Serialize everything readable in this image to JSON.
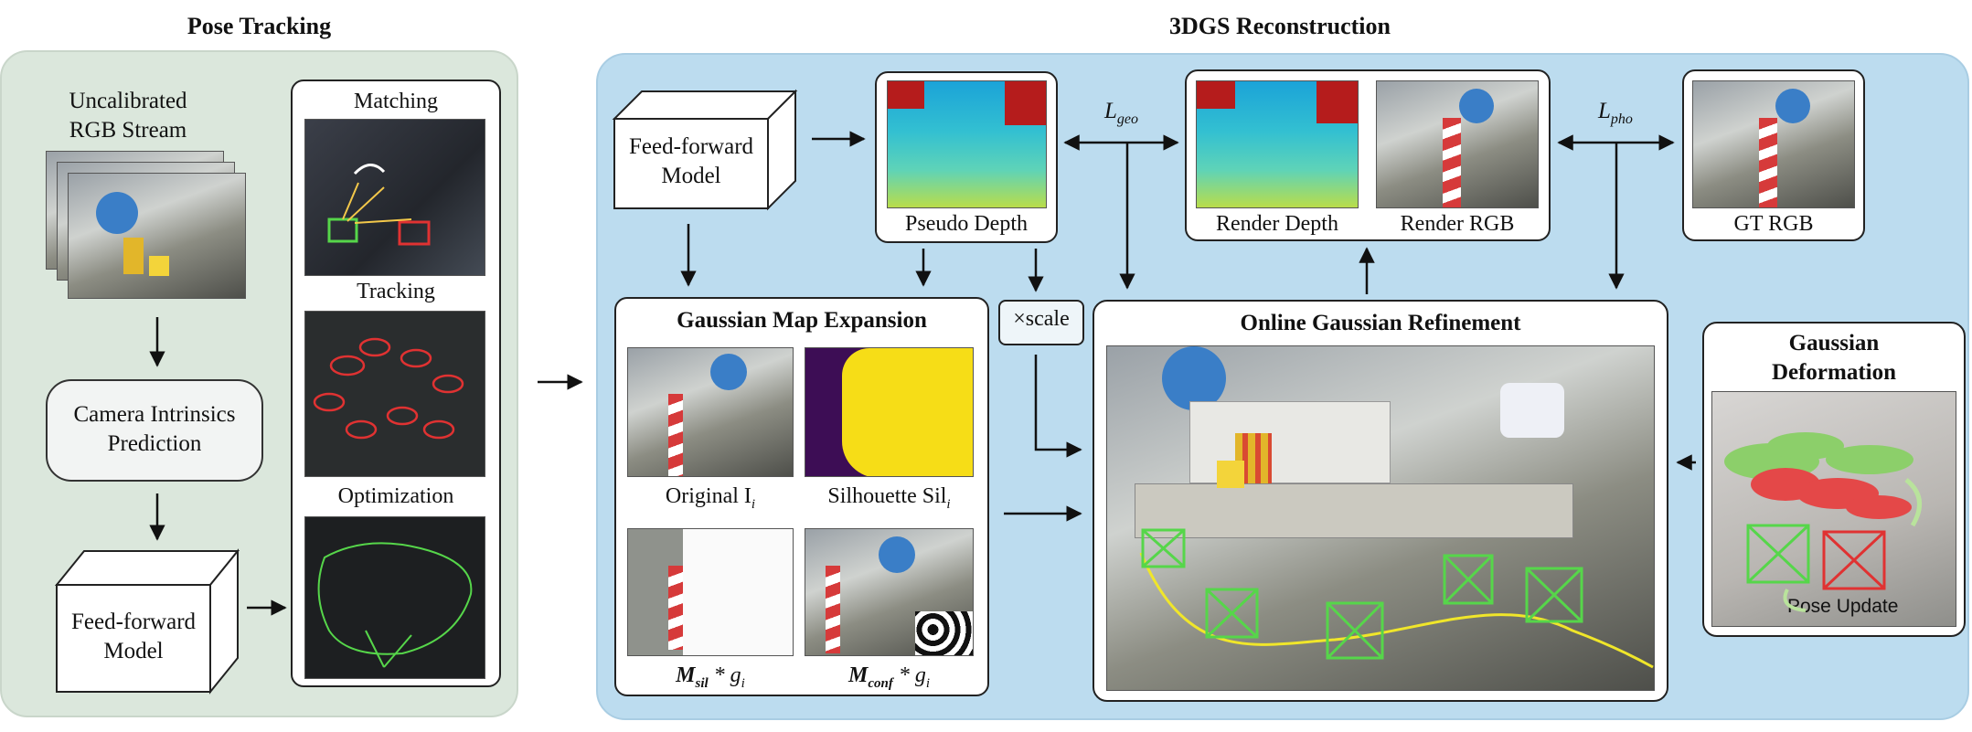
{
  "titles": {
    "pose_tracking": "Pose Tracking",
    "reconstruction": "3DGS Reconstruction"
  },
  "pose": {
    "rgb_stream": [
      "Uncalibrated",
      "RGB Stream"
    ],
    "intrinsics": [
      "Camera Intrinsics",
      "Prediction"
    ],
    "model": [
      "Feed-forward",
      "Model"
    ],
    "matching": "Matching",
    "tracking": "Tracking",
    "optimization": "Optimization"
  },
  "recon": {
    "model": [
      "Feed-forward",
      "Model"
    ],
    "pseudo_depth": "Pseudo Depth",
    "l_geo": "L",
    "l_geo_sub": "geo",
    "l_pho": "L",
    "l_pho_sub": "pho",
    "render_depth": "Render Depth",
    "render_rgb": "Render RGB",
    "gt_rgb": "GT RGB",
    "scale": "×scale",
    "map_expansion": "Gaussian Map Expansion",
    "original": "Original I",
    "original_sub": "i",
    "silhouette": "Silhouette Sil",
    "silhouette_sub": "i",
    "msil": "M",
    "msil_sub": "sil",
    "msil_tail": " * g",
    "msil_tail_sub": "i",
    "mconf": "M",
    "mconf_sub": "conf",
    "mconf_tail": " * g",
    "mconf_tail_sub": "i",
    "online_refinement": "Online Gaussian Refinement",
    "deformation": [
      "Gaussian",
      "Deformation"
    ],
    "pose_update": "Pose Update"
  },
  "colors": {
    "left_panel": "#dbe7dc",
    "right_panel": "#bcdcef",
    "camera_green": "#56d64a",
    "camera_red": "#e03232",
    "trajectory": "#f0e62a"
  }
}
